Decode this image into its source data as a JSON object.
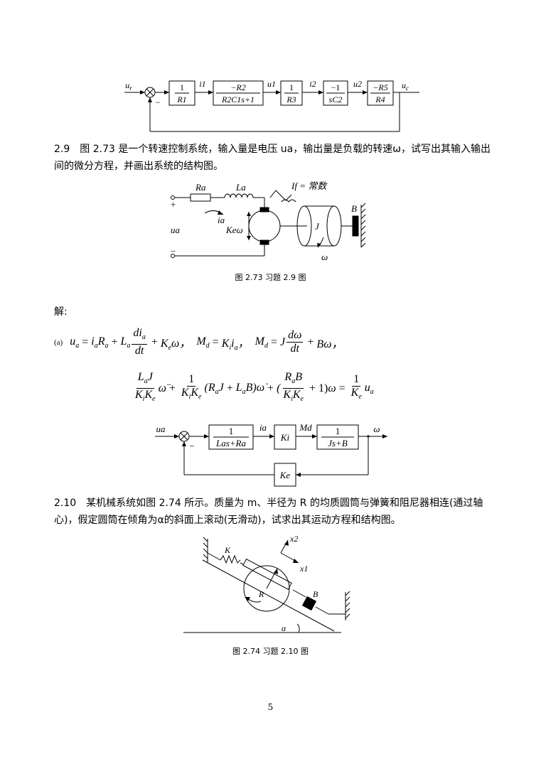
{
  "block_diagram_top": {
    "input": "u",
    "input_sub": "r",
    "output": "u",
    "output_sub": "c",
    "minus": "−",
    "blocks": [
      {
        "num": "1",
        "den": "R1"
      },
      {
        "num": "−R2",
        "den": "R2C1s+1"
      },
      {
        "num": "1",
        "den": "R3"
      },
      {
        "num": "−1",
        "den": "sC2"
      },
      {
        "num": "−R5",
        "den": "R4"
      }
    ],
    "signals": [
      "i1",
      "u1",
      "i2",
      "u2"
    ]
  },
  "problem_2_9": {
    "text": "2.9　图 2.73 是一个转速控制系统，输入量是电压 ua，输出量是负载的转速ω，试写出其输入输出间的微分方程，并画出系统的结构图。"
  },
  "figure_2_73": {
    "labels": {
      "Ra": "Ra",
      "La": "La",
      "If": "If = 常数",
      "ia": "ia",
      "Keω": "Keω",
      "J": "J",
      "B": "B",
      "ua": "ua",
      "omega": "ω",
      "plus": "+",
      "minus": "−"
    },
    "caption": "图 2.73 习题 2.9 图"
  },
  "solution": {
    "heading": "解:",
    "part": "(a)",
    "eq1": "ua = iaRa + La dia/dt + Keω，Md = Kiia，Md = J dω/dt + Bω，",
    "eq2": "LaJ/(KiKe) ω̈ + 1/(KiKe)(RaJ + LaB)ω̇ + (RaB/(KiKe) + 1)ω = 1/Ke ua"
  },
  "block_diagram_2": {
    "input": "ua",
    "output": "ω",
    "minus": "−",
    "block1_num": "1",
    "block1_den": "Las+Ra",
    "block2": "Ki",
    "block3_num": "1",
    "block3_den": "Js+B",
    "feedback": "Ke",
    "sig1": "ia",
    "sig2": "Md"
  },
  "problem_2_10": {
    "text": "2.10　某机械系统如图 2.74 所示。质量为 m、半径为 R 的均质圆筒与弹簧和阻尼器相连(通过轴心)，假定圆筒在倾角为α的斜面上滚动(无滑动)，试求出其运动方程和结构图。"
  },
  "figure_2_74": {
    "labels": {
      "K": "K",
      "R": "R",
      "B": "B",
      "x1": "x1",
      "x2": "x2",
      "alpha": "α"
    },
    "caption": "图 2.74 习题 2.10 图"
  },
  "page_number": "5"
}
